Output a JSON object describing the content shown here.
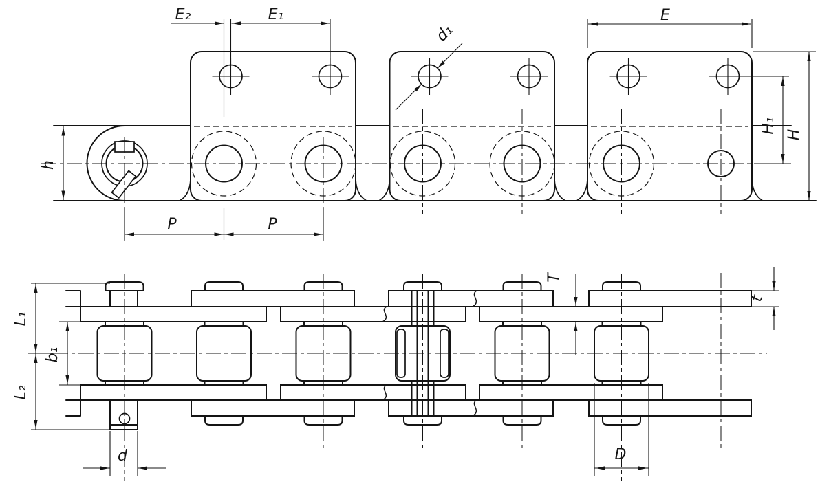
{
  "drawing": {
    "background": "#ffffff",
    "line_color": "#141414",
    "labels": {
      "e2": "E₂",
      "e1": "E₁",
      "e": "E",
      "d1": "d₁",
      "h1_cap": "H₁",
      "h_cap": "H",
      "h": "h",
      "p_left": "P",
      "p_right": "P",
      "l1": "L₁",
      "l2": "L₂",
      "b1": "b₁",
      "t_cap": "T",
      "t": "t",
      "d": "d",
      "d_cap": "D"
    }
  }
}
